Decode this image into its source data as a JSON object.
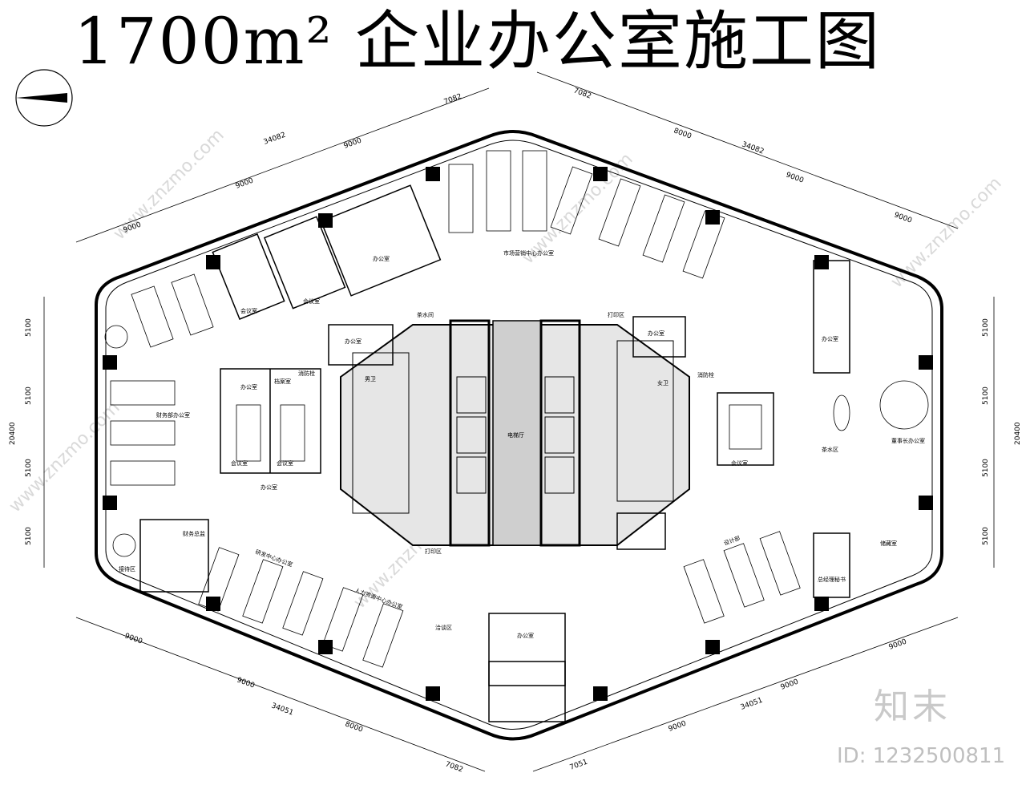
{
  "title": "1700m² 企业办公室施工图",
  "brand": "知末",
  "image_id": "ID: 1232500811",
  "watermark": "www.znzmo.com",
  "colors": {
    "ink": "#000000",
    "watermark": "#d9d9d9"
  },
  "icons": [
    "north-arrow-icon"
  ],
  "dimensions": {
    "top_left": {
      "total": "34082",
      "segments": [
        "9000",
        "9000",
        "9000",
        "7082"
      ]
    },
    "top_right": {
      "total": "34082",
      "segments": [
        "7082",
        "8000",
        "9000",
        "9000"
      ]
    },
    "bottom_left": {
      "total": "34051",
      "segments": [
        "9000",
        "9000",
        "8000",
        "7082"
      ]
    },
    "bottom_right": {
      "total": "34051",
      "segments": [
        "7051",
        "9000",
        "9000",
        "9000"
      ]
    },
    "left": {
      "total": "20400",
      "segments": [
        "5100",
        "5100",
        "5100",
        "5100"
      ]
    },
    "right": {
      "total": "20400",
      "segments": [
        "5100",
        "5100",
        "5100",
        "5100"
      ]
    }
  },
  "rooms": {
    "office_a": "办公室",
    "office_b": "办公室",
    "office_c": "办公室",
    "office_d": "办公室",
    "office_e": "办公室",
    "office_f": "办公室",
    "office_g": "办公室",
    "meeting_1": "会议室",
    "meeting_2": "会议室",
    "meeting_3": "会议室",
    "meeting_4": "会议室",
    "meeting_5": "会议室",
    "tea_room": "茶水间",
    "tea_room_2": "茶水区",
    "print_1": "打印区",
    "print_2": "打印区",
    "archive": "档案室",
    "finance": "财务部办公室",
    "finance_office": "财务总监",
    "hr": "人力资源中心办公室",
    "rd": "研发中心办公室",
    "marketing": "市场营销中心办公室",
    "design": "设计部",
    "reception": "接待区",
    "lounge": "洽谈区",
    "board": "董事长办公室",
    "gm_secretary": "总经理秘书",
    "fire_hydrant": "消防栓",
    "elevator_hall": "电梯厅",
    "restroom_m": "男卫",
    "restroom_f": "女卫",
    "storage": "储藏室"
  }
}
